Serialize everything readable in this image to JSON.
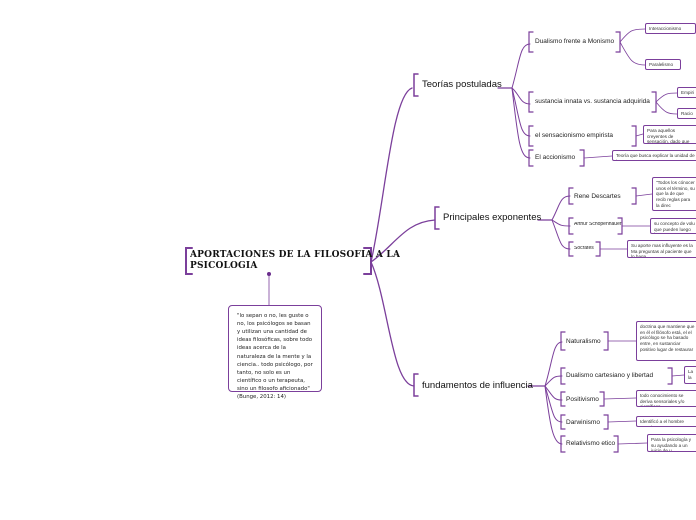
{
  "root": {
    "title_line1": "APORTACIONES DE LA FILOSOFÍA A LA",
    "title_line2": "PSICOLOGIA"
  },
  "note": "\"lo sepan o no, les guste o no, los psicólogos se basan y utilizan una cantidad de ideas filosóficas, sobre todo ideas acerca de la naturaleza de la mente y la ciencia.. todo psicólogo, por tanto, no solo es un científico o un terapeuta, sino un filosofo aficionado\" (Bunge, 2012: 14)",
  "branches": [
    {
      "label": "Teorías postuladas",
      "children": [
        {
          "label": "Dualismo frente a Monismo",
          "leaves": [
            "Interaccionismo",
            "Paralelismo"
          ]
        },
        {
          "label": "sustancia innata vs. sustancia adquirida",
          "leaves": [
            "Empiri",
            "Racio"
          ]
        },
        {
          "label": "el sensacionismo empirista",
          "leaves": [
            "Para aquellos creyentes de sensación, dado que esta u"
          ]
        },
        {
          "label": "El accionismo",
          "leaves": [
            "Teoría que busca explicar la unidad de la co"
          ]
        }
      ]
    },
    {
      "label": "Principales exponentes",
      "children": [
        {
          "label": "Rene Descartes",
          "leaves": [
            "\"Todos los cónocer unos el término, su que la de que recib reglas para la direc"
          ]
        },
        {
          "label": "Arthur Schopenhauer",
          "leaves": [
            "su concepto de volu que pueden luego lo"
          ]
        },
        {
          "label": "Socrates",
          "leaves": [
            "Su aporte mas influyente es la Ma preguntas al paciente que lo haga"
          ]
        }
      ]
    },
    {
      "label": "fundamentos de influencia",
      "children": [
        {
          "label": "Naturalismo",
          "leaves": [
            "doctrina que mantiene que en él el filósofo está, el el psicólogo se ha basado entre, en sustanciar positivo lugar de restaurar"
          ]
        },
        {
          "label": "Dualismo cartesiano y libertad",
          "leaves": [
            "La la"
          ]
        },
        {
          "label": "Positivismo",
          "leaves": [
            "todo conocimiento se deriva sensoriales y/o científicos"
          ]
        },
        {
          "label": "Darwinismo",
          "leaves": [
            "Identificó a el hombre completa"
          ]
        },
        {
          "label": "Relativismo etico",
          "leaves": [
            "Para la psicología y su ayudando a un juicio de u"
          ]
        }
      ]
    }
  ],
  "colors": {
    "accent": "#6a2d8c",
    "line": "#7b3f9b",
    "text": "#222222"
  }
}
